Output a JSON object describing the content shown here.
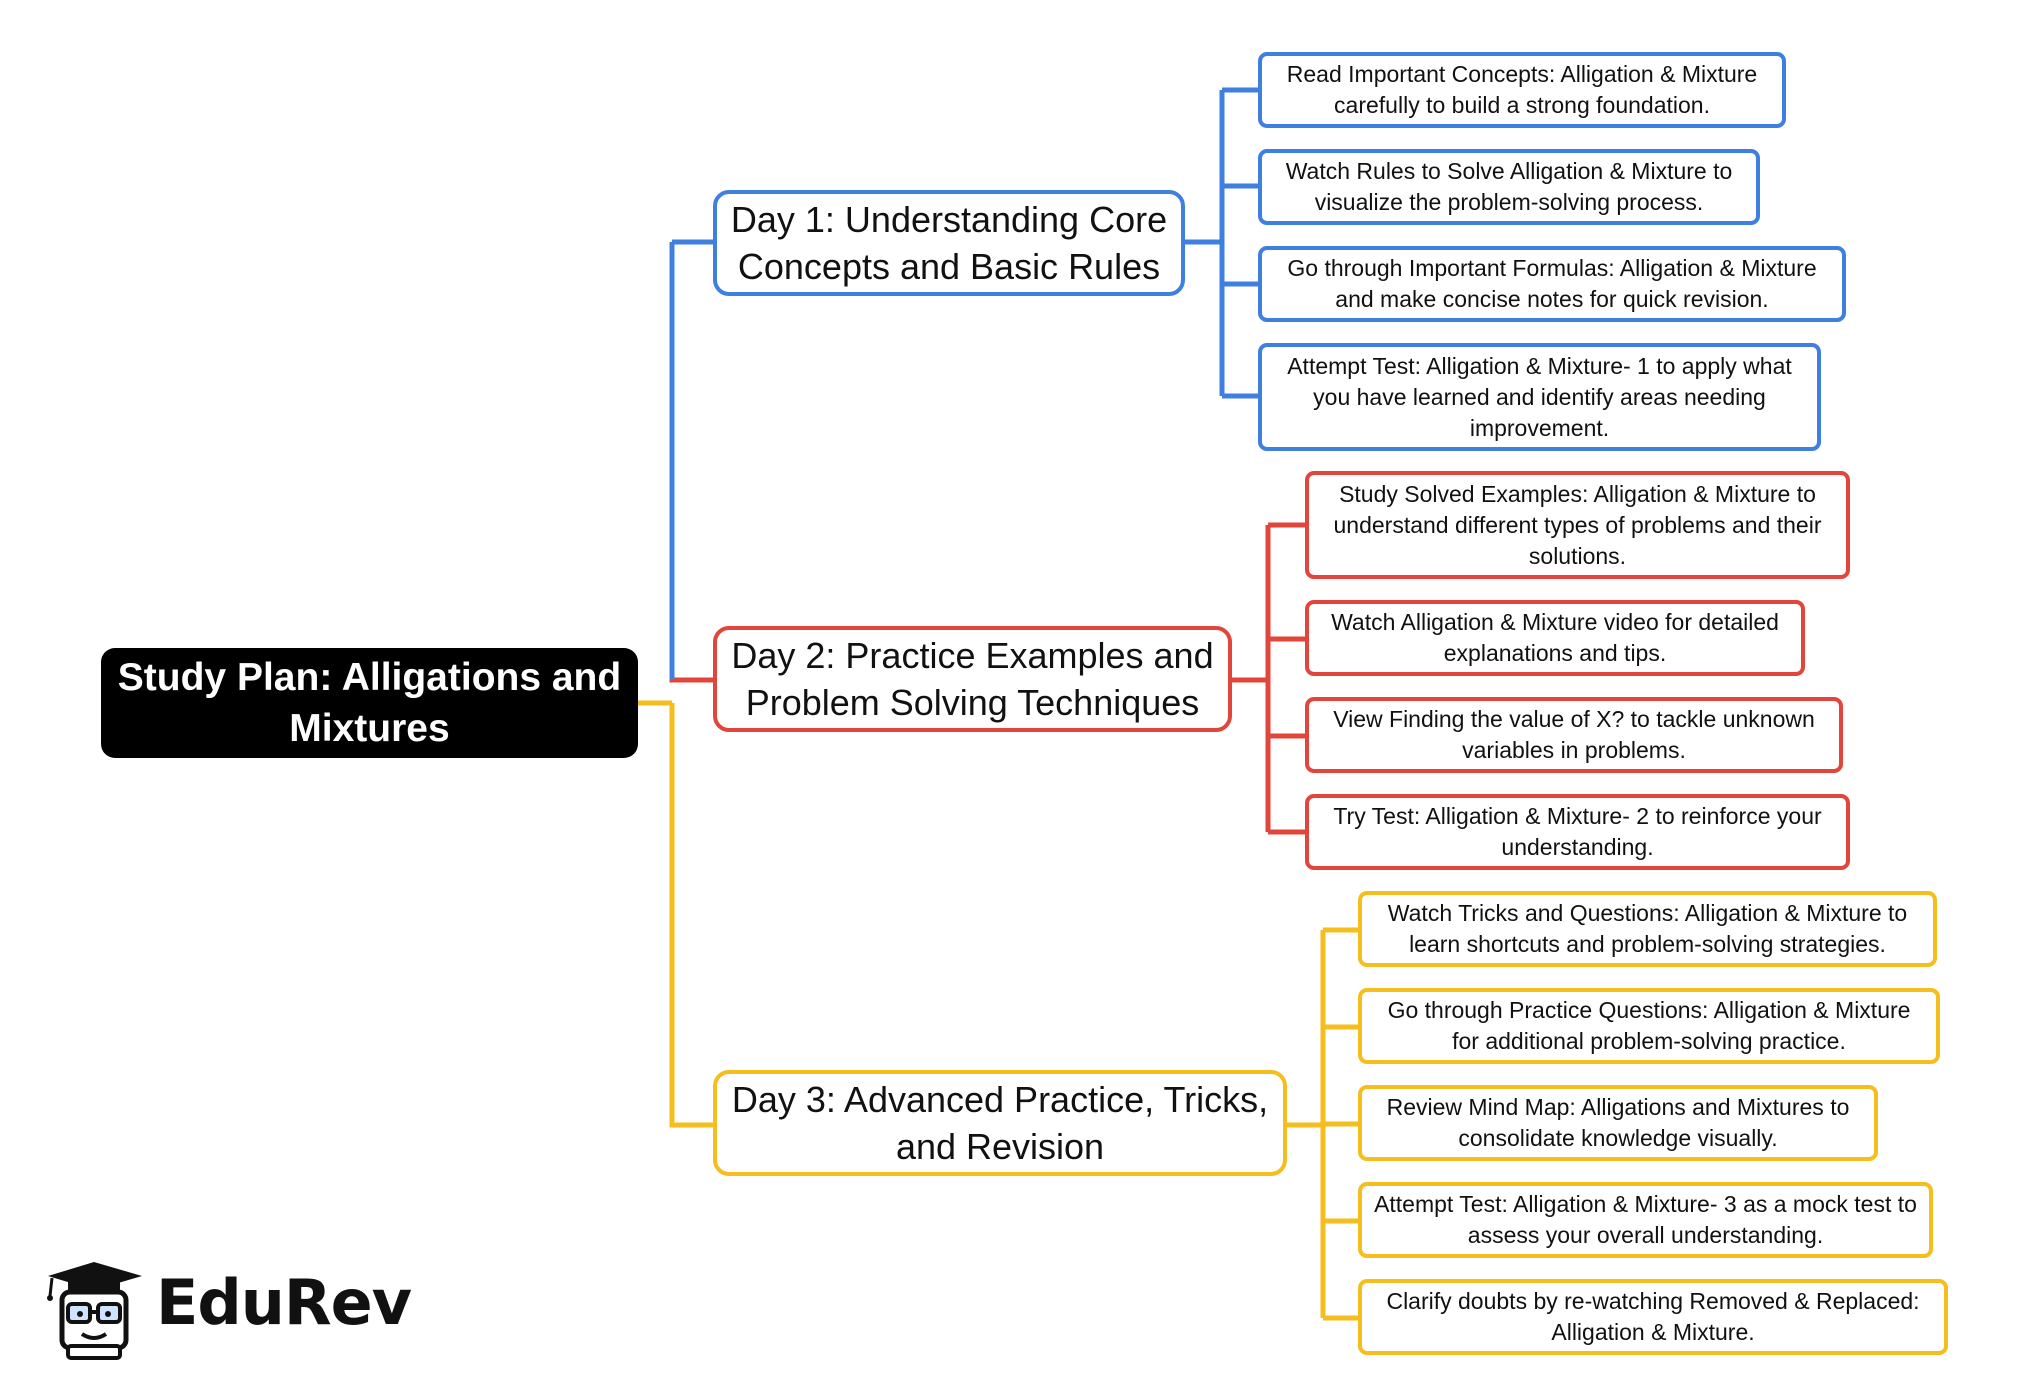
{
  "colors": {
    "day1": "#3f7fe0",
    "day2": "#e2453a",
    "day3": "#f5be1e",
    "root_bg": "#000000"
  },
  "root": {
    "title": "Study Plan: Alligations and Mixtures"
  },
  "days": [
    {
      "title": "Day 1: Understanding Core Concepts and Basic Rules",
      "tasks": [
        "Read Important Concepts: Alligation & Mixture carefully to build a strong foundation.",
        "Watch Rules to Solve Alligation & Mixture to visualize the problem-solving process.",
        "Go through Important Formulas: Alligation & Mixture and make concise notes for quick revision.",
        "Attempt Test: Alligation & Mixture- 1 to apply what you have learned and identify areas needing improvement."
      ]
    },
    {
      "title": "Day 2: Practice Examples and Problem Solving Techniques",
      "tasks": [
        "Study Solved Examples: Alligation & Mixture to understand different types of problems and their solutions.",
        "Watch Alligation & Mixture video for detailed explanations and tips.",
        "View Finding the value of X? to tackle unknown variables in problems.",
        "Try Test: Alligation & Mixture- 2 to reinforce your understanding."
      ]
    },
    {
      "title": "Day 3: Advanced Practice, Tricks, and Revision",
      "tasks": [
        "Watch Tricks and Questions: Alligation & Mixture to learn shortcuts and problem-solving strategies.",
        "Go through Practice Questions: Alligation & Mixture for additional problem-solving practice.",
        "Review Mind Map: Alligations and Mixtures to consolidate knowledge visually.",
        "Attempt Test: Alligation & Mixture- 3 as a mock test to assess your overall understanding.",
        "Clarify doubts by re-watching Removed & Replaced: Alligation & Mixture."
      ]
    }
  ],
  "logo": {
    "text": "EduRev",
    "icon": "graduate-mascot-icon"
  }
}
